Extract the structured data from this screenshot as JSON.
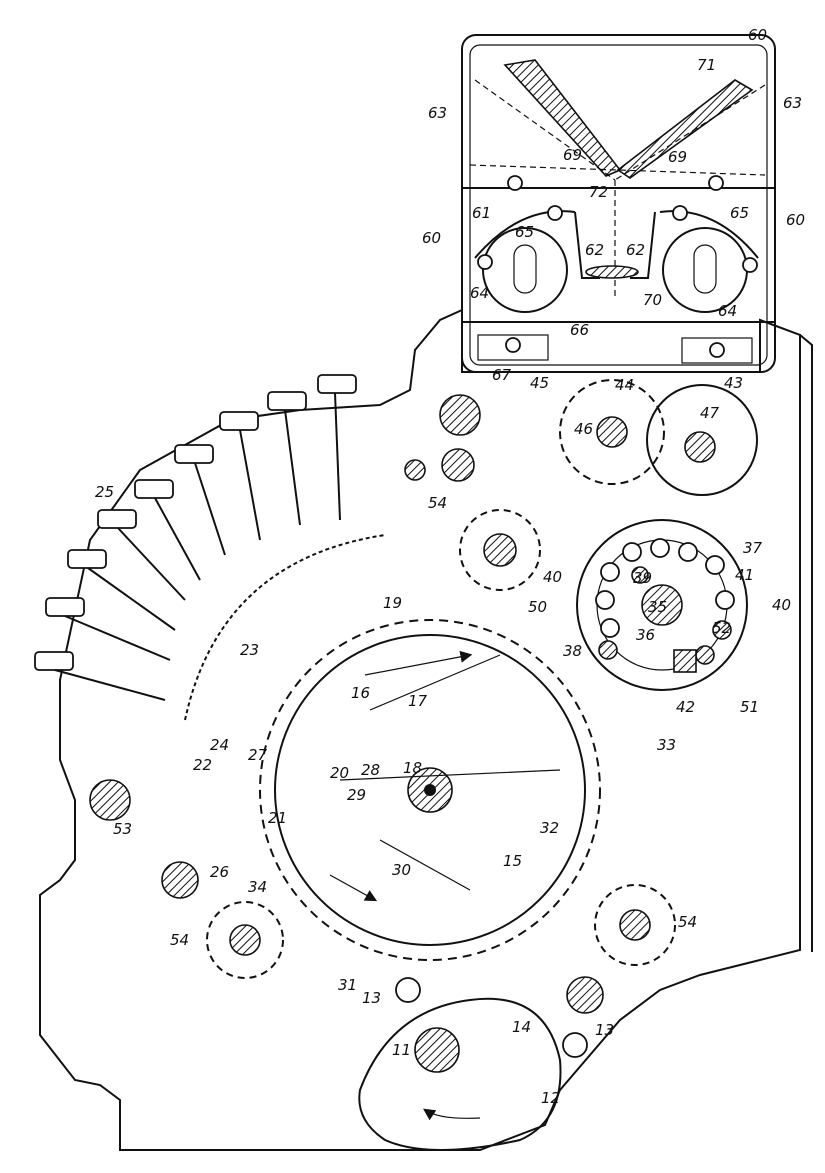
{
  "figure": {
    "reference_numerals": [
      {
        "id": "60a",
        "text": "60"
      },
      {
        "id": "71",
        "text": "71"
      },
      {
        "id": "63a",
        "text": "63"
      },
      {
        "id": "63b",
        "text": "63"
      },
      {
        "id": "69a",
        "text": "69"
      },
      {
        "id": "69b",
        "text": "69"
      },
      {
        "id": "72",
        "text": "72"
      },
      {
        "id": "61",
        "text": "61"
      },
      {
        "id": "65a",
        "text": "65"
      },
      {
        "id": "65b",
        "text": "65"
      },
      {
        "id": "60b",
        "text": "60"
      },
      {
        "id": "60c",
        "text": "60"
      },
      {
        "id": "62a",
        "text": "62"
      },
      {
        "id": "62b",
        "text": "62"
      },
      {
        "id": "64a",
        "text": "64"
      },
      {
        "id": "64b",
        "text": "64"
      },
      {
        "id": "70",
        "text": "70"
      },
      {
        "id": "66",
        "text": "66"
      },
      {
        "id": "67",
        "text": "67"
      },
      {
        "id": "45",
        "text": "45"
      },
      {
        "id": "44",
        "text": "44"
      },
      {
        "id": "43",
        "text": "43"
      },
      {
        "id": "46",
        "text": "46"
      },
      {
        "id": "47",
        "text": "47"
      },
      {
        "id": "25",
        "text": "25"
      },
      {
        "id": "54a",
        "text": "54"
      },
      {
        "id": "37",
        "text": "37"
      },
      {
        "id": "39",
        "text": "39"
      },
      {
        "id": "41",
        "text": "41"
      },
      {
        "id": "40a",
        "text": "40"
      },
      {
        "id": "40b",
        "text": "40"
      },
      {
        "id": "50",
        "text": "50"
      },
      {
        "id": "35",
        "text": "35"
      },
      {
        "id": "19",
        "text": "19"
      },
      {
        "id": "23",
        "text": "23"
      },
      {
        "id": "36",
        "text": "36"
      },
      {
        "id": "52",
        "text": "52"
      },
      {
        "id": "38",
        "text": "38"
      },
      {
        "id": "42",
        "text": "42"
      },
      {
        "id": "51",
        "text": "51"
      },
      {
        "id": "16",
        "text": "16"
      },
      {
        "id": "17",
        "text": "17"
      },
      {
        "id": "33",
        "text": "33"
      },
      {
        "id": "24",
        "text": "24"
      },
      {
        "id": "22",
        "text": "22"
      },
      {
        "id": "27",
        "text": "27"
      },
      {
        "id": "28",
        "text": "28"
      },
      {
        "id": "20",
        "text": "20"
      },
      {
        "id": "18",
        "text": "18"
      },
      {
        "id": "29",
        "text": "29"
      },
      {
        "id": "53",
        "text": "53"
      },
      {
        "id": "21",
        "text": "21"
      },
      {
        "id": "32",
        "text": "32"
      },
      {
        "id": "26",
        "text": "26"
      },
      {
        "id": "30",
        "text": "30"
      },
      {
        "id": "15",
        "text": "15"
      },
      {
        "id": "34",
        "text": "34"
      },
      {
        "id": "54b",
        "text": "54"
      },
      {
        "id": "54c",
        "text": "54"
      },
      {
        "id": "31",
        "text": "31"
      },
      {
        "id": "13a",
        "text": "13"
      },
      {
        "id": "14",
        "text": "14"
      },
      {
        "id": "11",
        "text": "11"
      },
      {
        "id": "13b",
        "text": "13"
      },
      {
        "id": "12",
        "text": "12"
      }
    ]
  }
}
